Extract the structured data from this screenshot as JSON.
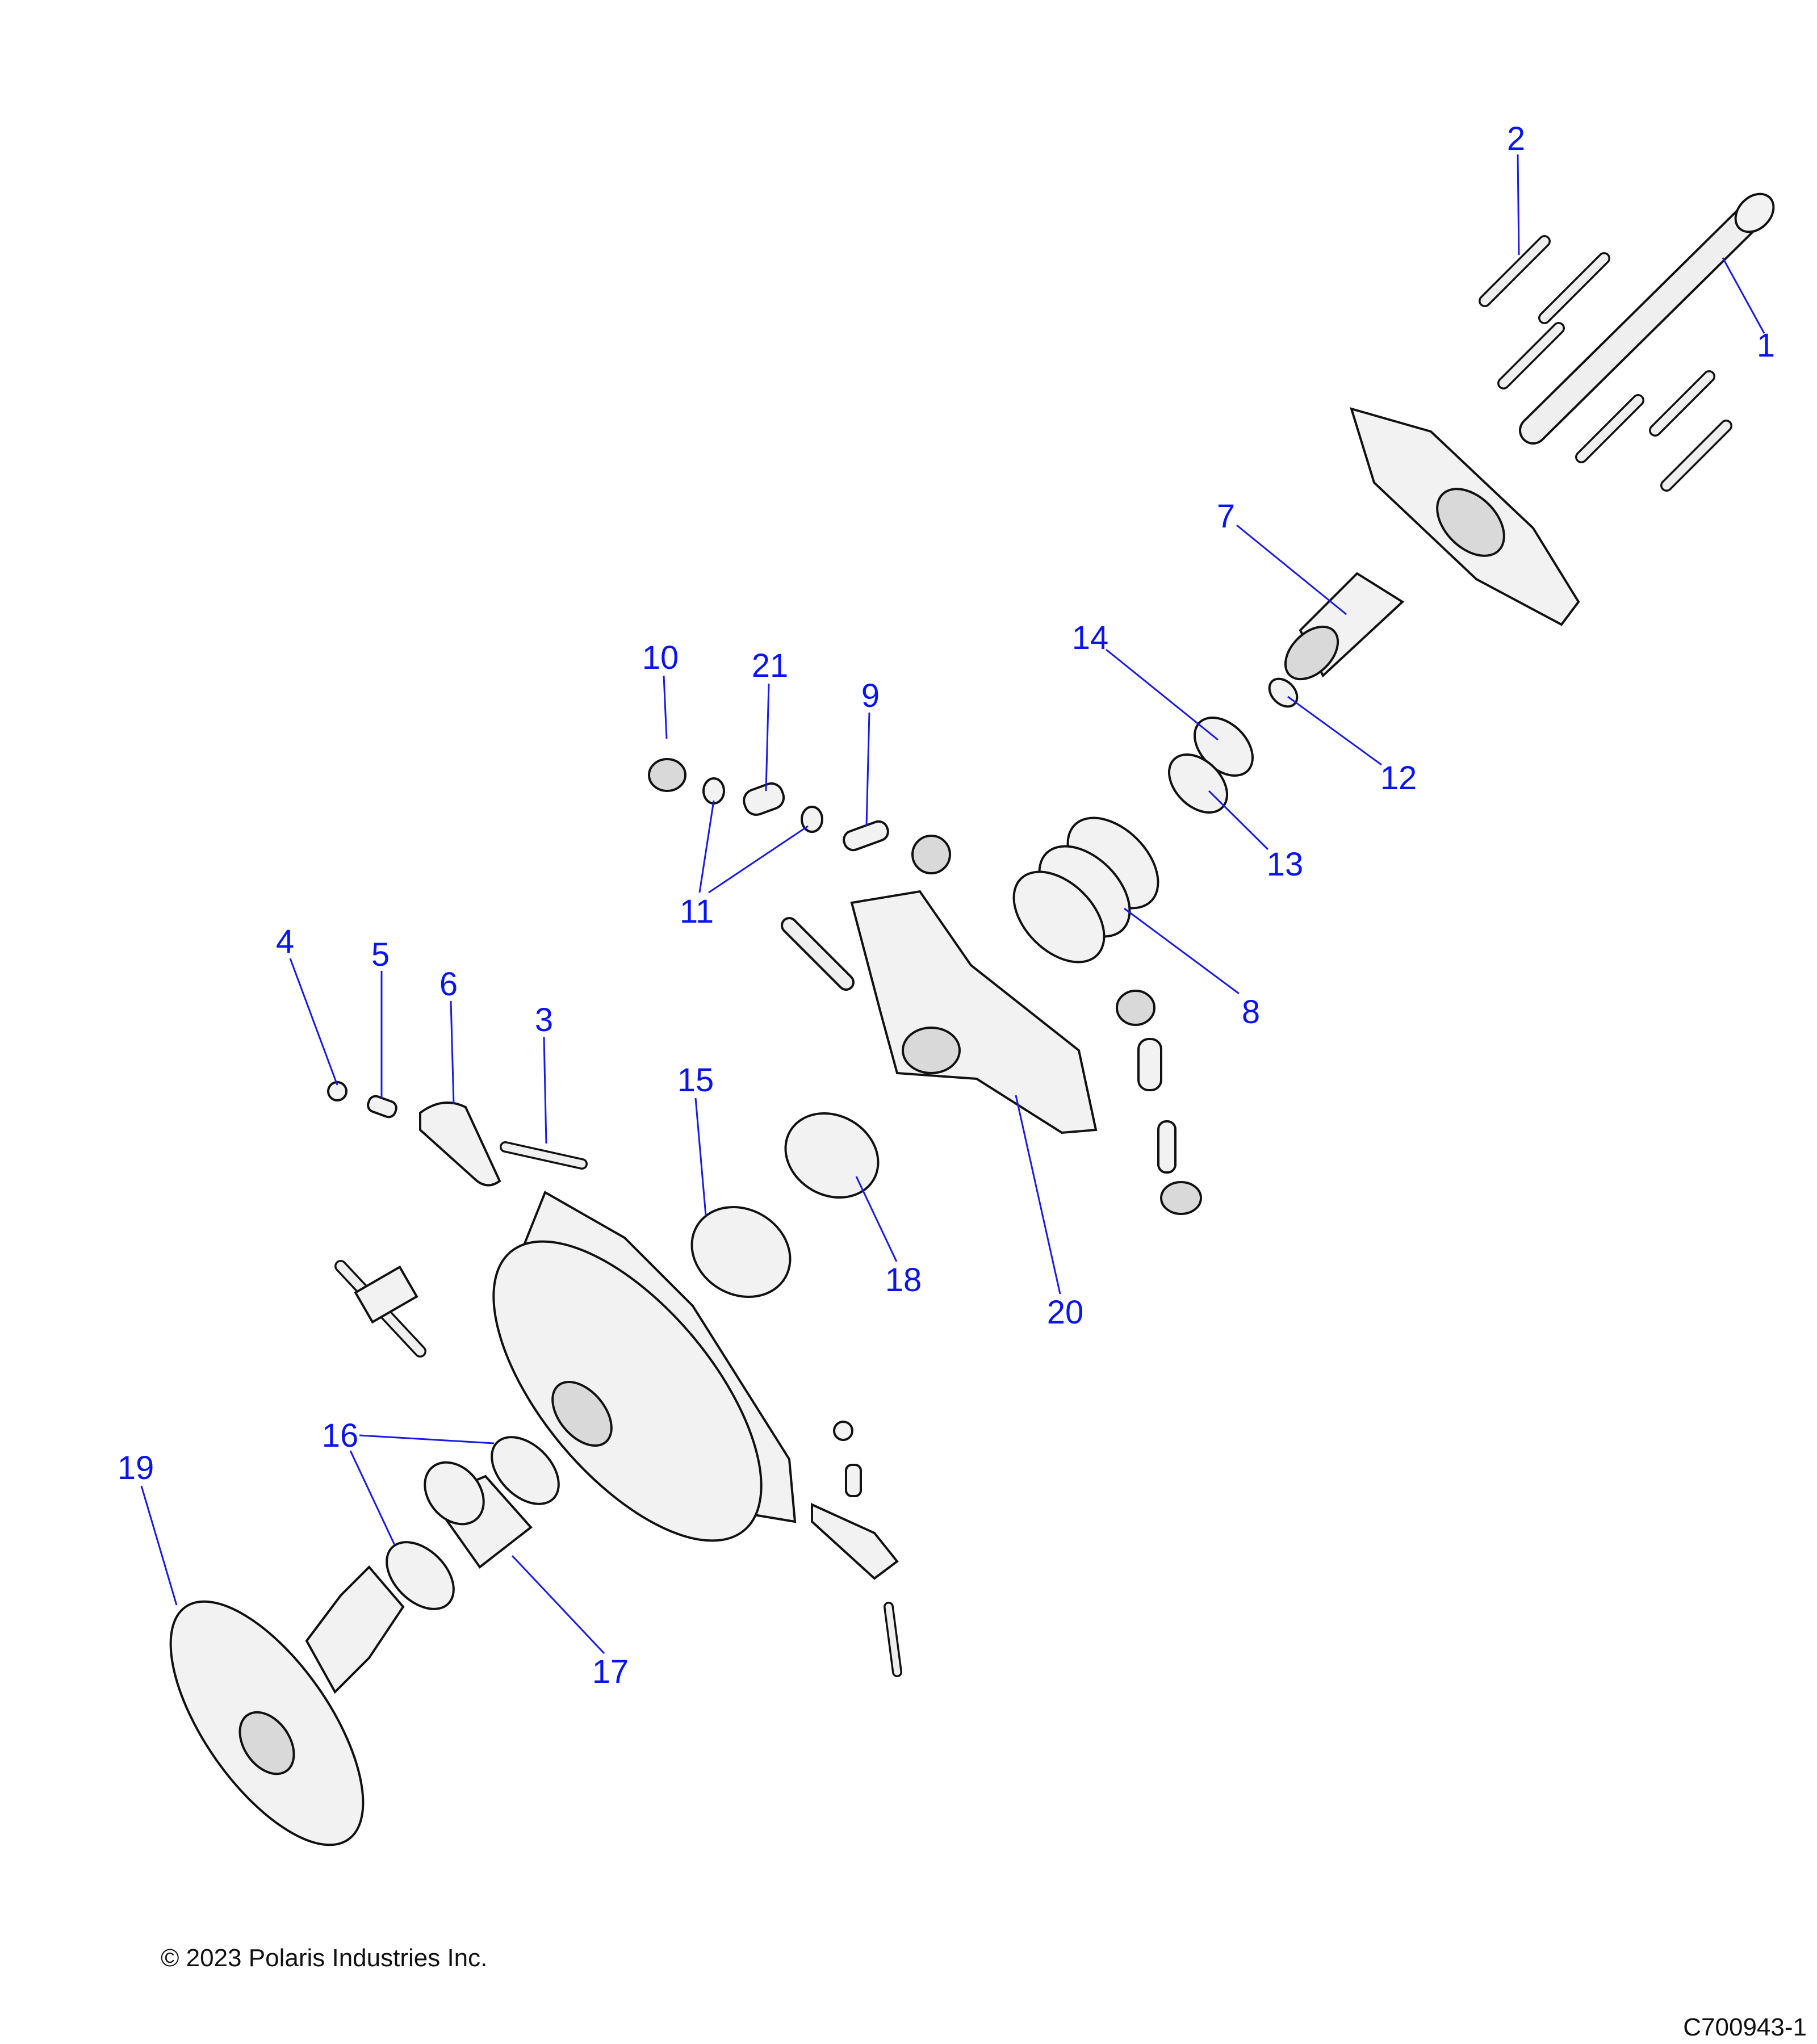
{
  "diagram": {
    "callouts": {
      "c1": "1",
      "c2": "2",
      "c3": "3",
      "c4": "4",
      "c5": "5",
      "c6": "6",
      "c7": "7",
      "c8": "8",
      "c9": "9",
      "c10": "10",
      "c11": "11",
      "c12": "12",
      "c13": "13",
      "c14": "14",
      "c15": "15",
      "c16": "16",
      "c17": "17",
      "c18": "18",
      "c19": "19",
      "c20": "20",
      "c21": "21"
    },
    "callout_color": "#0a14f0"
  },
  "footer": {
    "copyright": "© 2023 Polaris Industries Inc.",
    "drawing_code": "C700943-1"
  }
}
